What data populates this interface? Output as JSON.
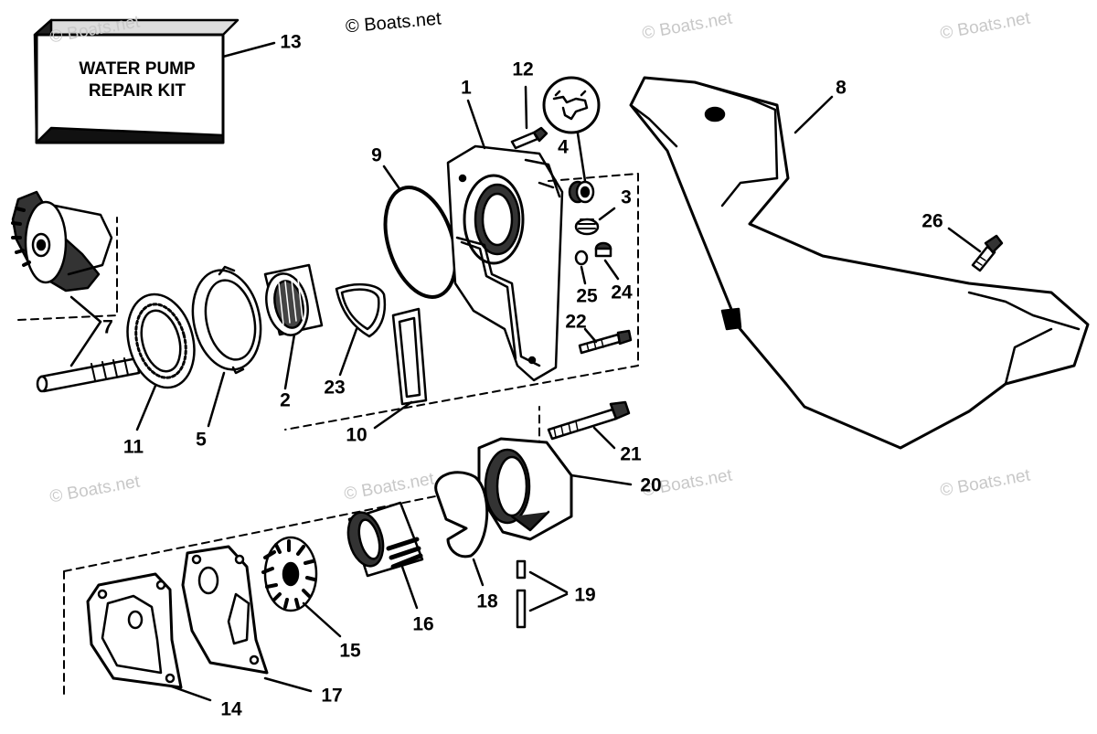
{
  "watermark": {
    "text": "© Boats.net",
    "color_light": "#c8c8c8",
    "color_dark": "#000000"
  },
  "kit_box": {
    "line1": "WATER PUMP",
    "line2": "REPAIR KIT"
  },
  "callouts": {
    "c1": "1",
    "c2": "2",
    "c3": "3",
    "c4": "4",
    "c5": "5",
    "c7": "7",
    "c8": "8",
    "c9": "9",
    "c10": "10",
    "c11": "11",
    "c12": "12",
    "c13": "13",
    "c14": "14",
    "c15": "15",
    "c16": "16",
    "c17": "17",
    "c18": "18",
    "c19": "19",
    "c20": "20",
    "c21": "21",
    "c22": "22",
    "c23": "23",
    "c24": "24",
    "c25": "25",
    "c26": "26"
  }
}
